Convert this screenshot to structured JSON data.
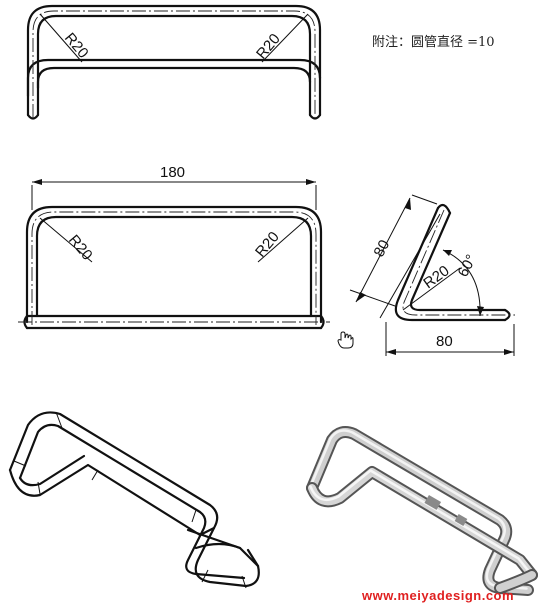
{
  "note": {
    "text": "附注：圆管直径 =10"
  },
  "dimensions": {
    "top_view_r_left": "R20",
    "top_view_r_right": "R20",
    "front_width": "180",
    "front_r_left": "R20",
    "front_r_right": "R20",
    "side_length_top": "80",
    "side_length_bottom": "80",
    "side_bend_radius": "R20",
    "side_angle": "60°"
  },
  "watermark": {
    "text": "www.meiyadesign.com"
  },
  "colors": {
    "line": "#111111",
    "watermark": "#e02020",
    "tube_shade": "#9a9a9a"
  },
  "icons": {
    "cursor": "hand-cursor-icon"
  }
}
